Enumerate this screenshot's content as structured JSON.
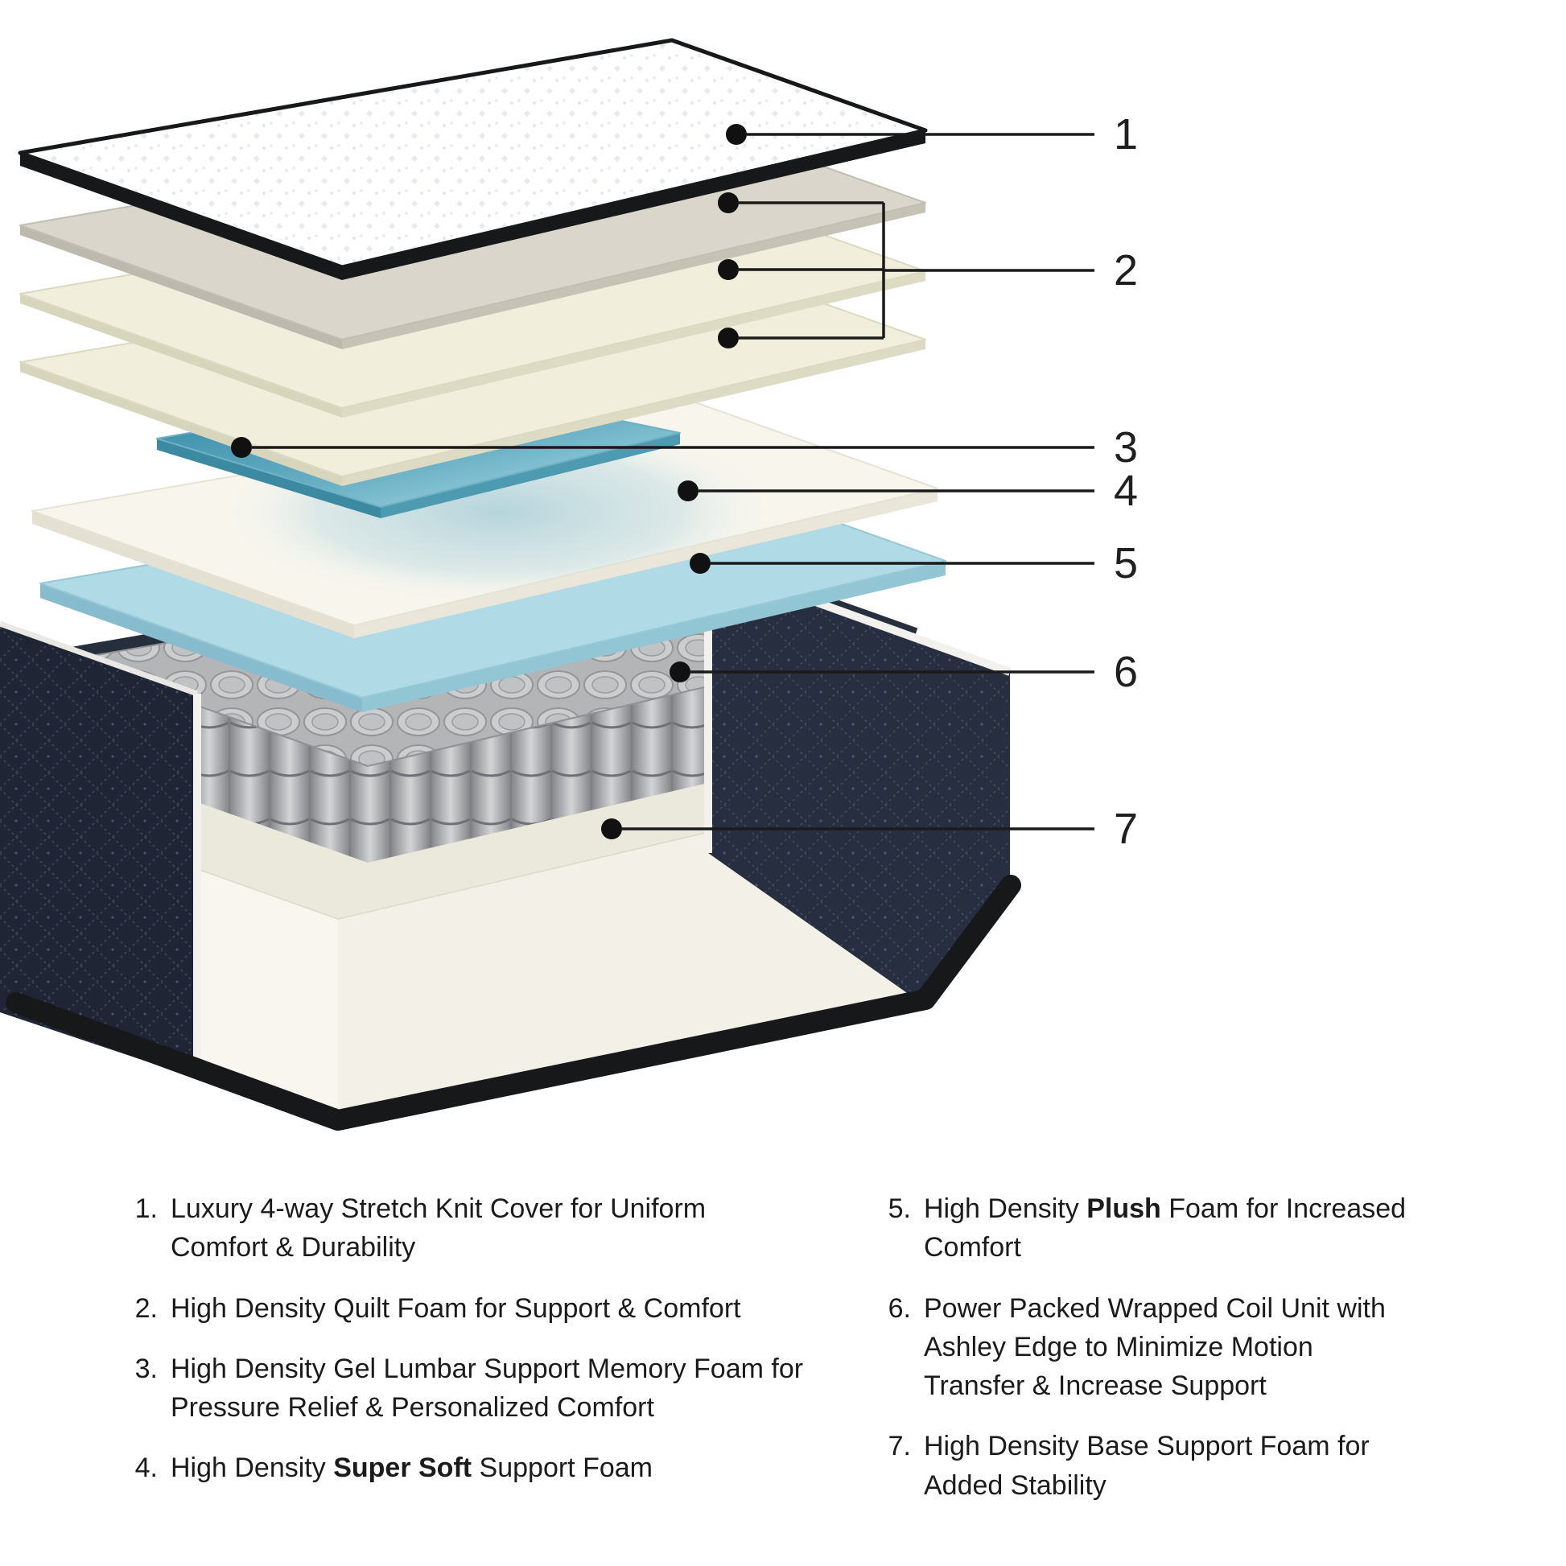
{
  "callouts": [
    "1",
    "2",
    "3",
    "4",
    "5",
    "6",
    "7"
  ],
  "legend": {
    "items": [
      {
        "num": "1.",
        "prefix": "Luxury 4-way Stretch Knit Cover for Uniform Comfort & Durability",
        "bold": "",
        "suffix": ""
      },
      {
        "num": "2.",
        "prefix": "High Density Quilt Foam for Support & Comfort",
        "bold": "",
        "suffix": ""
      },
      {
        "num": "3.",
        "prefix": "High Density Gel Lumbar Support Memory Foam for Pressure Relief & Personalized Comfort",
        "bold": "",
        "suffix": ""
      },
      {
        "num": "4.",
        "prefix": "High Density ",
        "bold": "Super Soft",
        "suffix": " Support Foam"
      },
      {
        "num": "5.",
        "prefix": "High Density ",
        "bold": "Plush",
        "suffix": " Foam for Increased Comfort"
      },
      {
        "num": "6.",
        "prefix": "Power Packed Wrapped Coil Unit with Ashley Edge to Minimize Motion Transfer & Increase Support",
        "bold": "",
        "suffix": ""
      },
      {
        "num": "7.",
        "prefix": "High Density Base Support Foam for Added Stability",
        "bold": "",
        "suffix": ""
      }
    ]
  },
  "colors": {
    "gel_foam": "#3A8FAC",
    "plush_foam": "#AFDAE6",
    "quilt_foam_cream": "#F1EFDC",
    "quilt_foam_grey": "#DAD6CB",
    "support_foam": "#F7F5EC",
    "coil_grey": "#BFC1C3",
    "cover_dark": "#272E40",
    "line_black": "#1A1A1A"
  }
}
